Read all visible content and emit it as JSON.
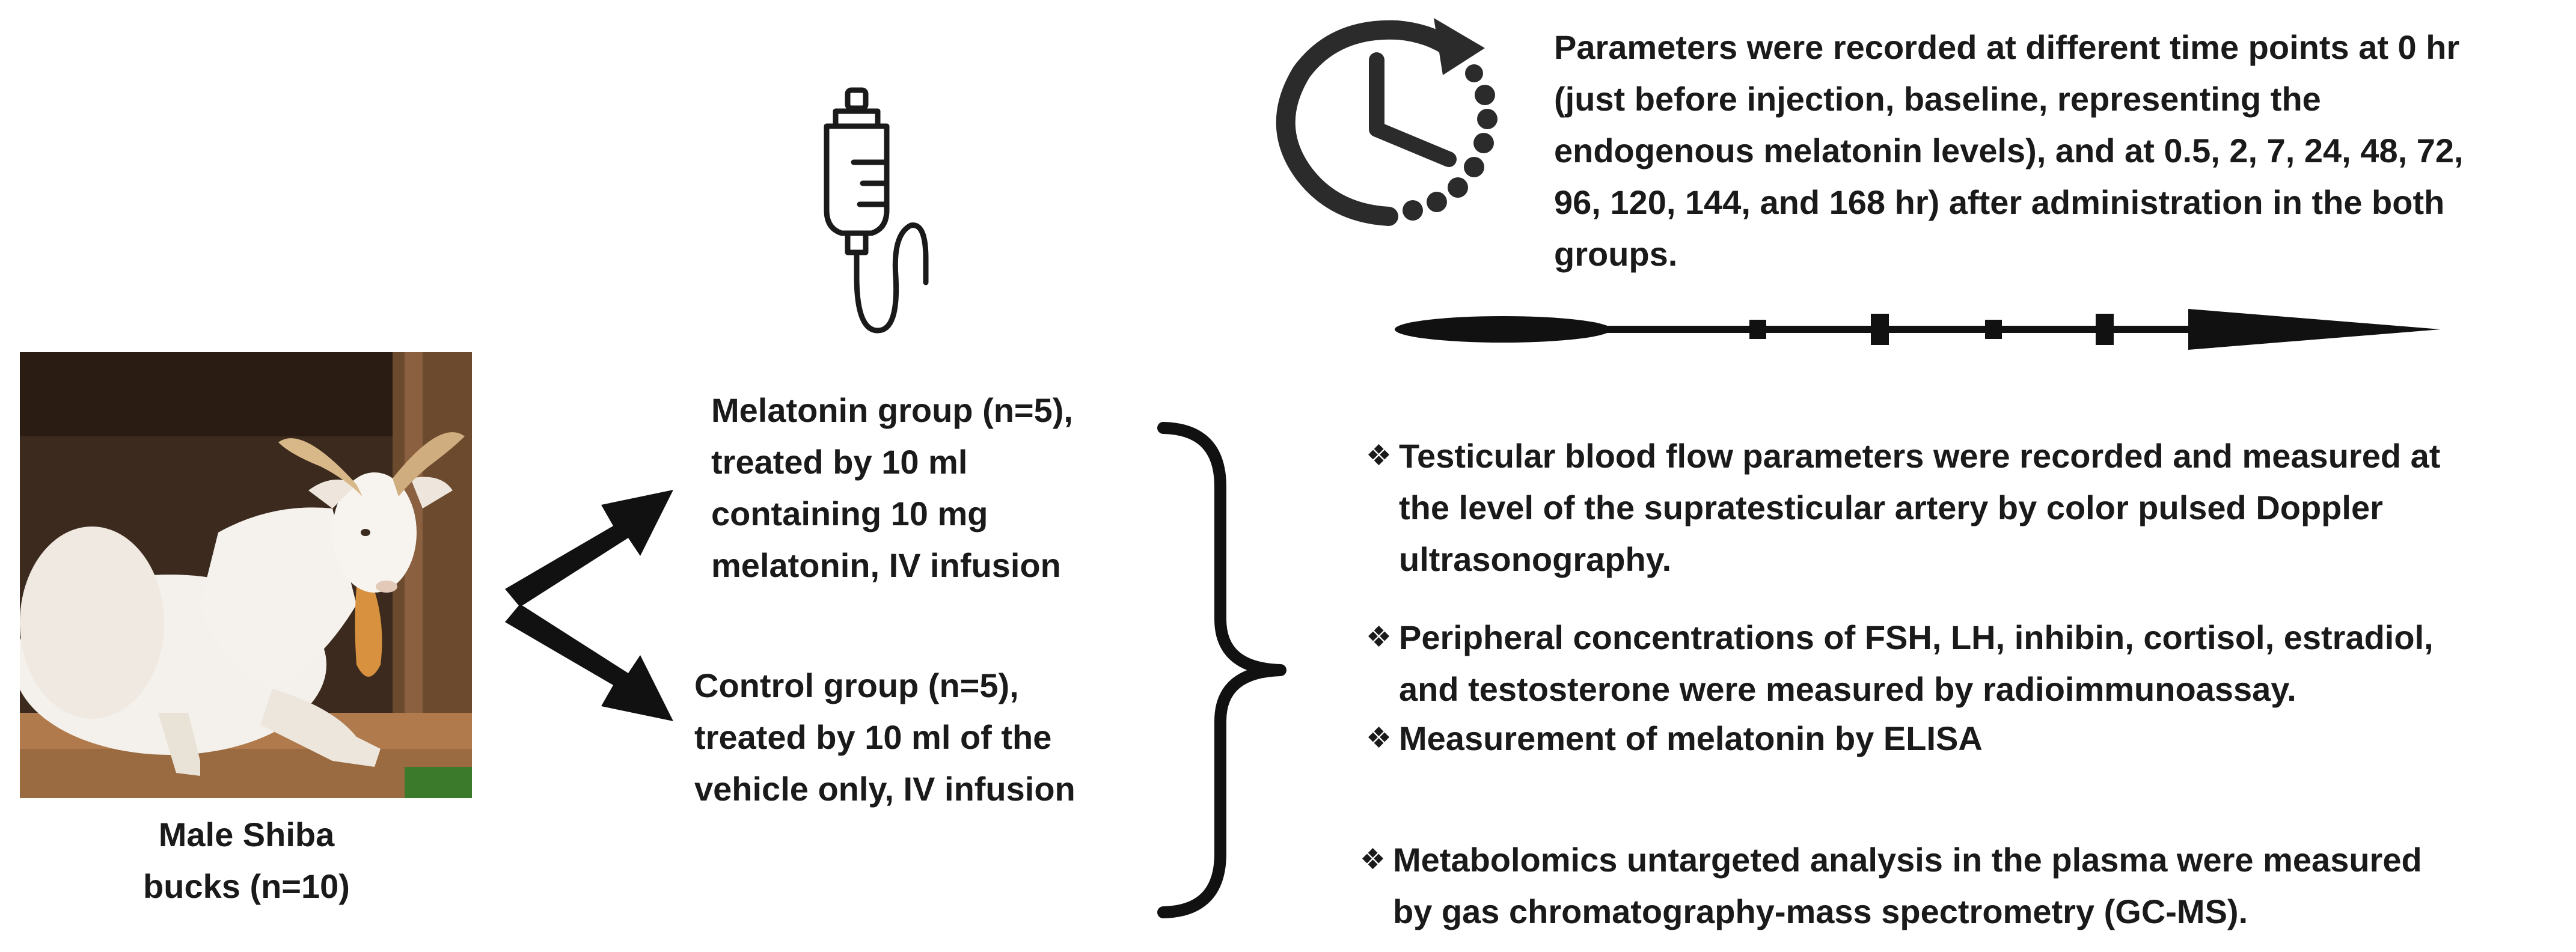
{
  "subject": {
    "caption_lines": [
      "Male Shiba",
      "bucks (n=10)"
    ]
  },
  "groups": {
    "melatonin_lines": [
      "Melatonin group (n=5),",
      "treated by 10 ml",
      "containing 10 mg",
      "melatonin, IV infusion"
    ],
    "control_lines": [
      "Control group (n=5),",
      "treated by 10 ml of the",
      "vehicle only, IV infusion"
    ]
  },
  "timepoints": {
    "lines": [
      "Parameters were recorded at different time points at 0 hr",
      "(just before injection, baseline, representing the",
      "endogenous melatonin levels),  and at 0.5, 2, 7, 24, 48, 72,",
      "96, 120, 144, and 168 hr) after administration in the both",
      "groups."
    ]
  },
  "measurements": {
    "bullet_symbol": "❖",
    "items": [
      {
        "lines": [
          "Testicular blood flow parameters were recorded and measured at",
          "the level of the supratesticular artery by color pulsed Doppler",
          "ultrasonography."
        ]
      },
      {
        "lines": [
          "Peripheral concentrations of FSH, LH, inhibin, cortisol, estradiol,",
          "and testosterone were measured by radioimmunoassay."
        ]
      },
      {
        "lines": [
          "Measurement of melatonin by ELISA"
        ]
      },
      {
        "lines": [
          "Metabolomics untargeted analysis in the plasma were measured",
          "by gas chromatography-mass spectrometry (GC-MS)."
        ]
      }
    ]
  },
  "colors": {
    "text": "#1a1a1a",
    "arrow": "#111111",
    "goat_fur": "#f4f1ec",
    "goat_background": "#3a2a1e",
    "goat_beard": "#d89040",
    "horn": "#d8b888"
  },
  "icons": [
    "iv-bag-icon",
    "clock-icon",
    "timeline-arrow-icon",
    "branch-arrow-icon",
    "curly-brace-icon"
  ]
}
